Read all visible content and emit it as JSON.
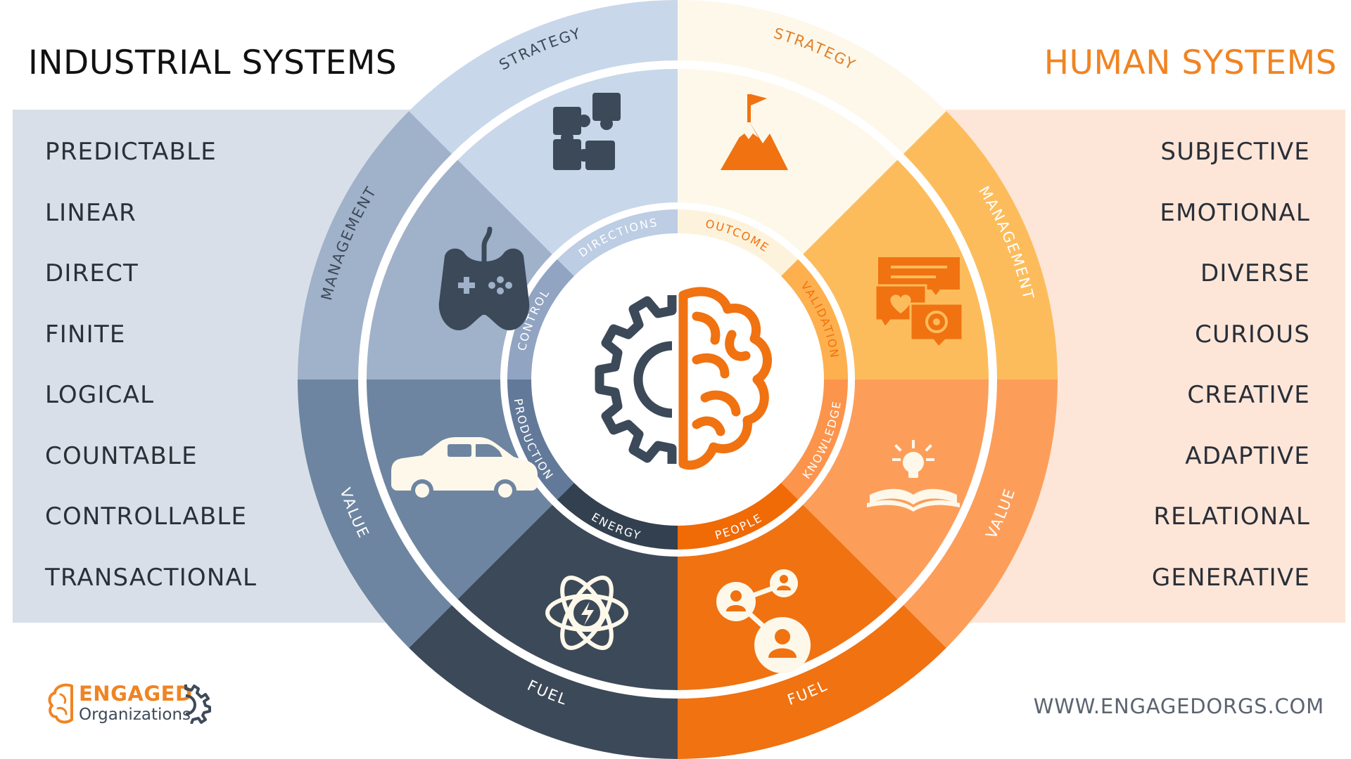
{
  "title_left": "INDUSTRIAL SYSTEMS",
  "title_right": "HUMAN SYSTEMS",
  "industrial_traits": [
    "PREDICTABLE",
    "LINEAR",
    "DIRECT",
    "FINITE",
    "LOGICAL",
    "COUNTABLE",
    "CONTROLLABLE",
    "TRANSACTIONAL"
  ],
  "human_traits": [
    "SUBJECTIVE",
    "EMOTIONAL",
    "DIVERSE",
    "CURIOUS",
    "CREATIVE",
    "ADAPTIVE",
    "RELATIONAL",
    "GENERATIVE"
  ],
  "wheel": {
    "left": {
      "strategy": "STRATEGY",
      "management": "MANAGEMENT",
      "value": "VALUE",
      "fuel": "FUEL",
      "directions": "DIRECTIONS",
      "control": "CONTROL",
      "production": "PRODUCTION",
      "energy": "ENERGY",
      "icons": [
        "puzzle-icon",
        "gamepad-icon",
        "car-icon",
        "atom-bolt-icon"
      ]
    },
    "right": {
      "strategy": "STRATEGY",
      "management": "MANAGEMENT",
      "value": "VALUE",
      "fuel": "FUEL",
      "outcome": "OUTCOME",
      "validation": "VALIDATION",
      "knowledge": "KNOWLEDGE",
      "people": "PEOPLE",
      "icons": [
        "mountain-flag-icon",
        "chat-hearts-icon",
        "book-lightbulb-icon",
        "network-people-icon"
      ]
    },
    "center_icon": "gear-brain-icon"
  },
  "logo": {
    "line1": "ENGAGED",
    "line2": "Organizations"
  },
  "website": "WWW.ENGAGEDORGS.COM",
  "colors": {
    "slate": [
      "#c9d7ea",
      "#a0b1ca",
      "#6d85a0",
      "#3c4959"
    ],
    "orange": [
      "#fdf8ea",
      "#fdbc5b",
      "#fc9e5a",
      "#f07211"
    ],
    "accent": "#f08422"
  }
}
